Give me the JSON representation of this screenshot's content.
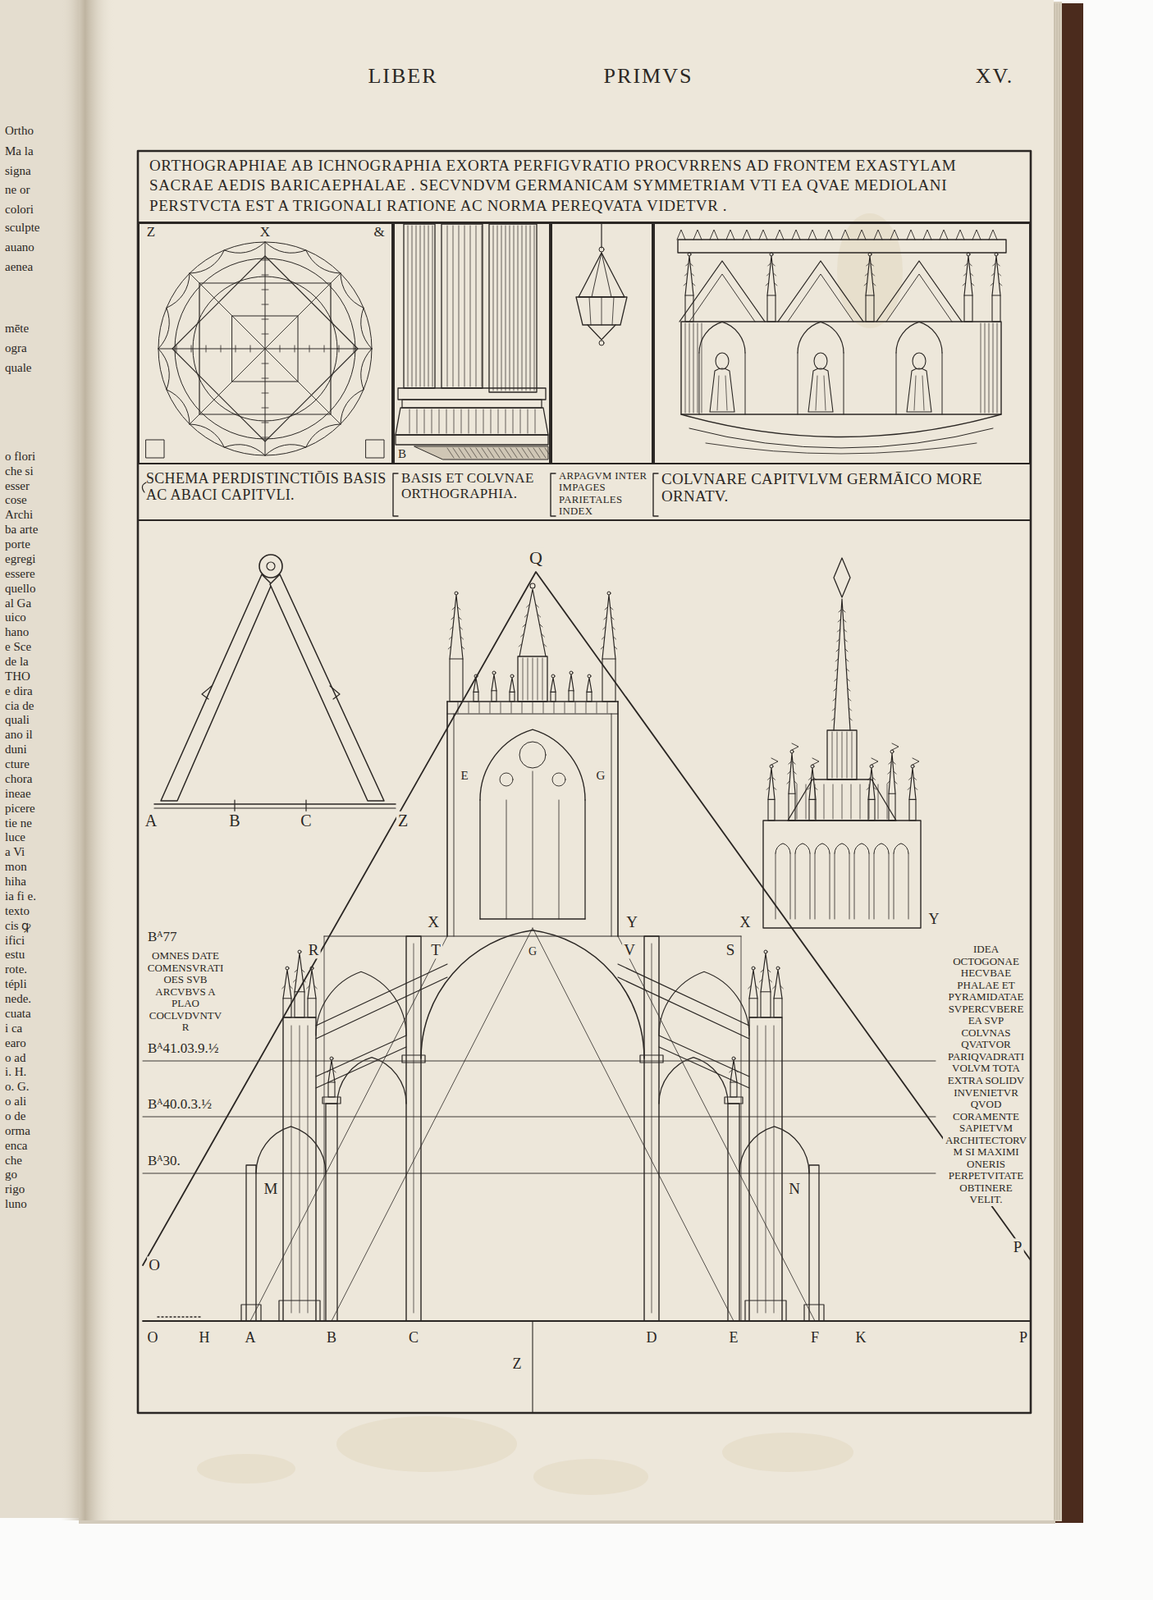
{
  "diagram": {
    "title": "ORTHOGRAPHIAE AB ICHNOGRAPHIA EXORTA PERFIGVRATIO PROCVRRENS AD FRONTEM EXASTYLAM SACRAE AEDIS BARICAEPHALAE . SECVNDVM GERMANICAM SYMMETRIAM VTI EA QVAE MEDIOLANI PERSTVCTA EST A TRIGONALI RATIONE AC NORMA PEREQVATA VIDETVR .",
    "nodes": [
      {
        "text": [
          "SCHEMA PERDISTINCTIŌIS BASIS AC ABACI CAPITVLI."
        ]
      },
      {
        "text": [
          "BASIS ET COLVNAE ORTHOGRAPHIA."
        ]
      },
      {
        "text": [
          "ARPAGVM INTER IMPAGES PARIETALES INDEX"
        ]
      },
      {
        "text": [
          "COLVNARE CAPITVLVM GERMĀICO MORE ORNATV."
        ]
      }
    ],
    "labels": [
      "LIBER",
      "PRIMVS",
      "XV.",
      "Ortho",
      "Ma la",
      "signa",
      "ne or",
      "colori",
      "sculpte",
      "auano",
      "aenea",
      "mēte",
      "ogra",
      "quale",
      "o flori",
      "che si",
      "esser",
      "cose",
      "Archi",
      "ba arte",
      "porte",
      "egregi",
      "essere",
      "quello",
      "al Ga",
      "uico",
      "hano",
      "e Sce",
      "de la",
      "THO",
      "e dira",
      "cia de",
      "quali",
      "ano il",
      "duni",
      "cture",
      "chora",
      "ineae",
      "picere",
      "tie ne",
      "luce",
      "a Vi",
      "mon",
      "hiha",
      "ia fi e.",
      "texto",
      "cis ꝙ",
      "ifici",
      "estu",
      "rote.",
      "tépli",
      "nede.",
      "cuata",
      "i ca",
      "earo",
      "o ad",
      "i. H.",
      "o. G.",
      "o ali",
      "o de",
      "orma",
      "enca",
      "che",
      "go",
      "rigo",
      "luno",
      "X",
      "Z",
      "&",
      "B",
      "Q",
      "A",
      "B",
      "C",
      "Z",
      "E",
      "G",
      "X",
      "Y",
      "X",
      "Y",
      "G",
      "R",
      "T",
      "V",
      "S",
      "Bᴬ77",
      "OMNES DATE COMENSVRATIOES SVB ARCVBVS A PLAO COCLVDVNTVR",
      "Bᴬ41.03.9.½",
      "Bᴬ40.0.3.½",
      "Bᴬ30.",
      "IDEA OCTOGONAE HECVBAE PHALAE ET PYRAMIDATAE SVPERCVBERE EA SVP COLVNAS QVATVOR PARIQVADRATI VOLVM TOTA EXTRA SOLIDV INVENIETVR QVOD CORAMENTE SAPIETVM ARCHITECTORVM SI MAXIMI ONERIS PERPETVITATE OBTINERE VELIT.",
      "M",
      "N",
      "O",
      "P",
      "O",
      "H",
      "A",
      "B",
      "C",
      "Z",
      "D",
      "E",
      "F",
      "K",
      "P"
    ]
  }
}
